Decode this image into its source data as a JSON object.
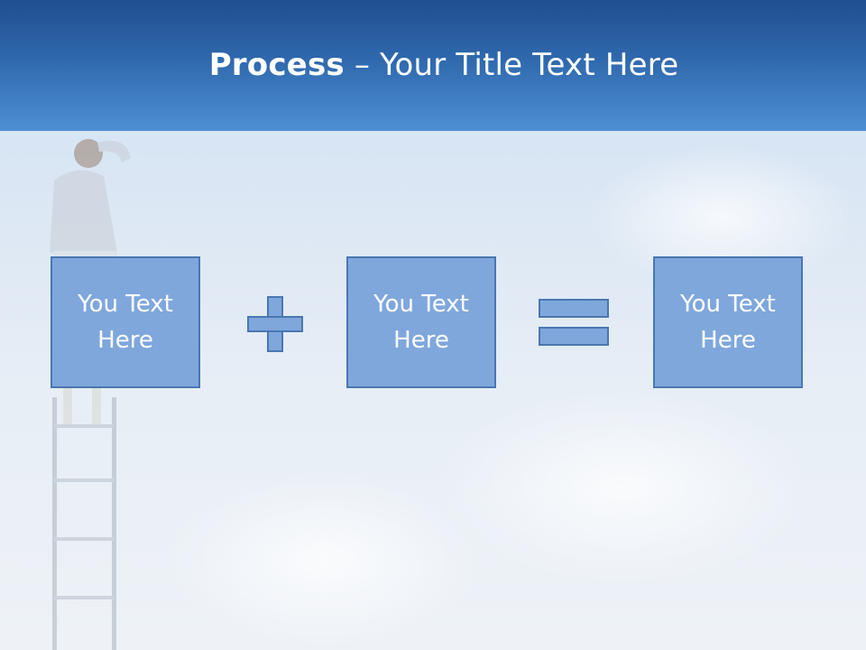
{
  "slide": {
    "title_bold": "Process",
    "title_rest": " – Your Title Text Here",
    "boxes": [
      {
        "text": "You Text Here"
      },
      {
        "text": "You Text Here"
      },
      {
        "text": "You Text Here"
      }
    ],
    "operators": [
      "plus-icon",
      "equals-icon"
    ]
  },
  "colors": {
    "header_top": "#1f4f8e",
    "header_bottom": "#4e8fd4",
    "box_fill": "#7fa7dc",
    "box_border": "#4a77b0"
  }
}
